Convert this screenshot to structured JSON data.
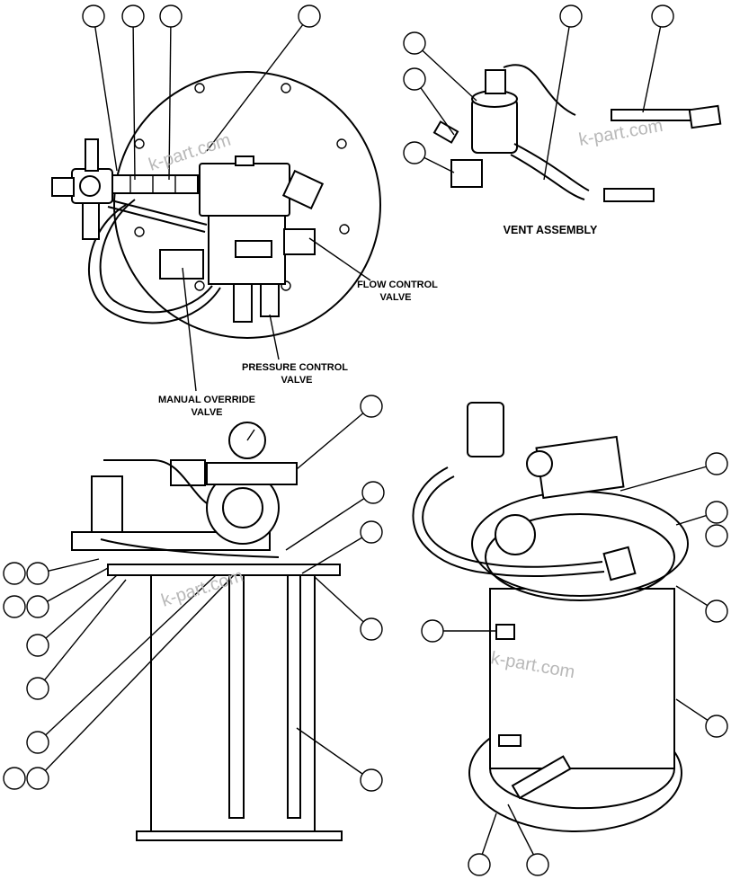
{
  "labels": {
    "vent_assembly": "VENT ASSEMBLY",
    "flow_control_1": "FLOW CONTROL",
    "flow_control_2": "VALVE",
    "pressure_control_1": "PRESSURE CONTROL",
    "pressure_control_2": "VALVE",
    "manual_override_1": "MANUAL OVERRIDE",
    "manual_override_2": "VALVE"
  },
  "watermarks": [
    "k-part.com",
    "k-part.com",
    "k-part.com",
    "k-part.com"
  ],
  "colors": {
    "ink": "#000000",
    "paper": "#ffffff",
    "watermark": "#b8b8b8"
  }
}
